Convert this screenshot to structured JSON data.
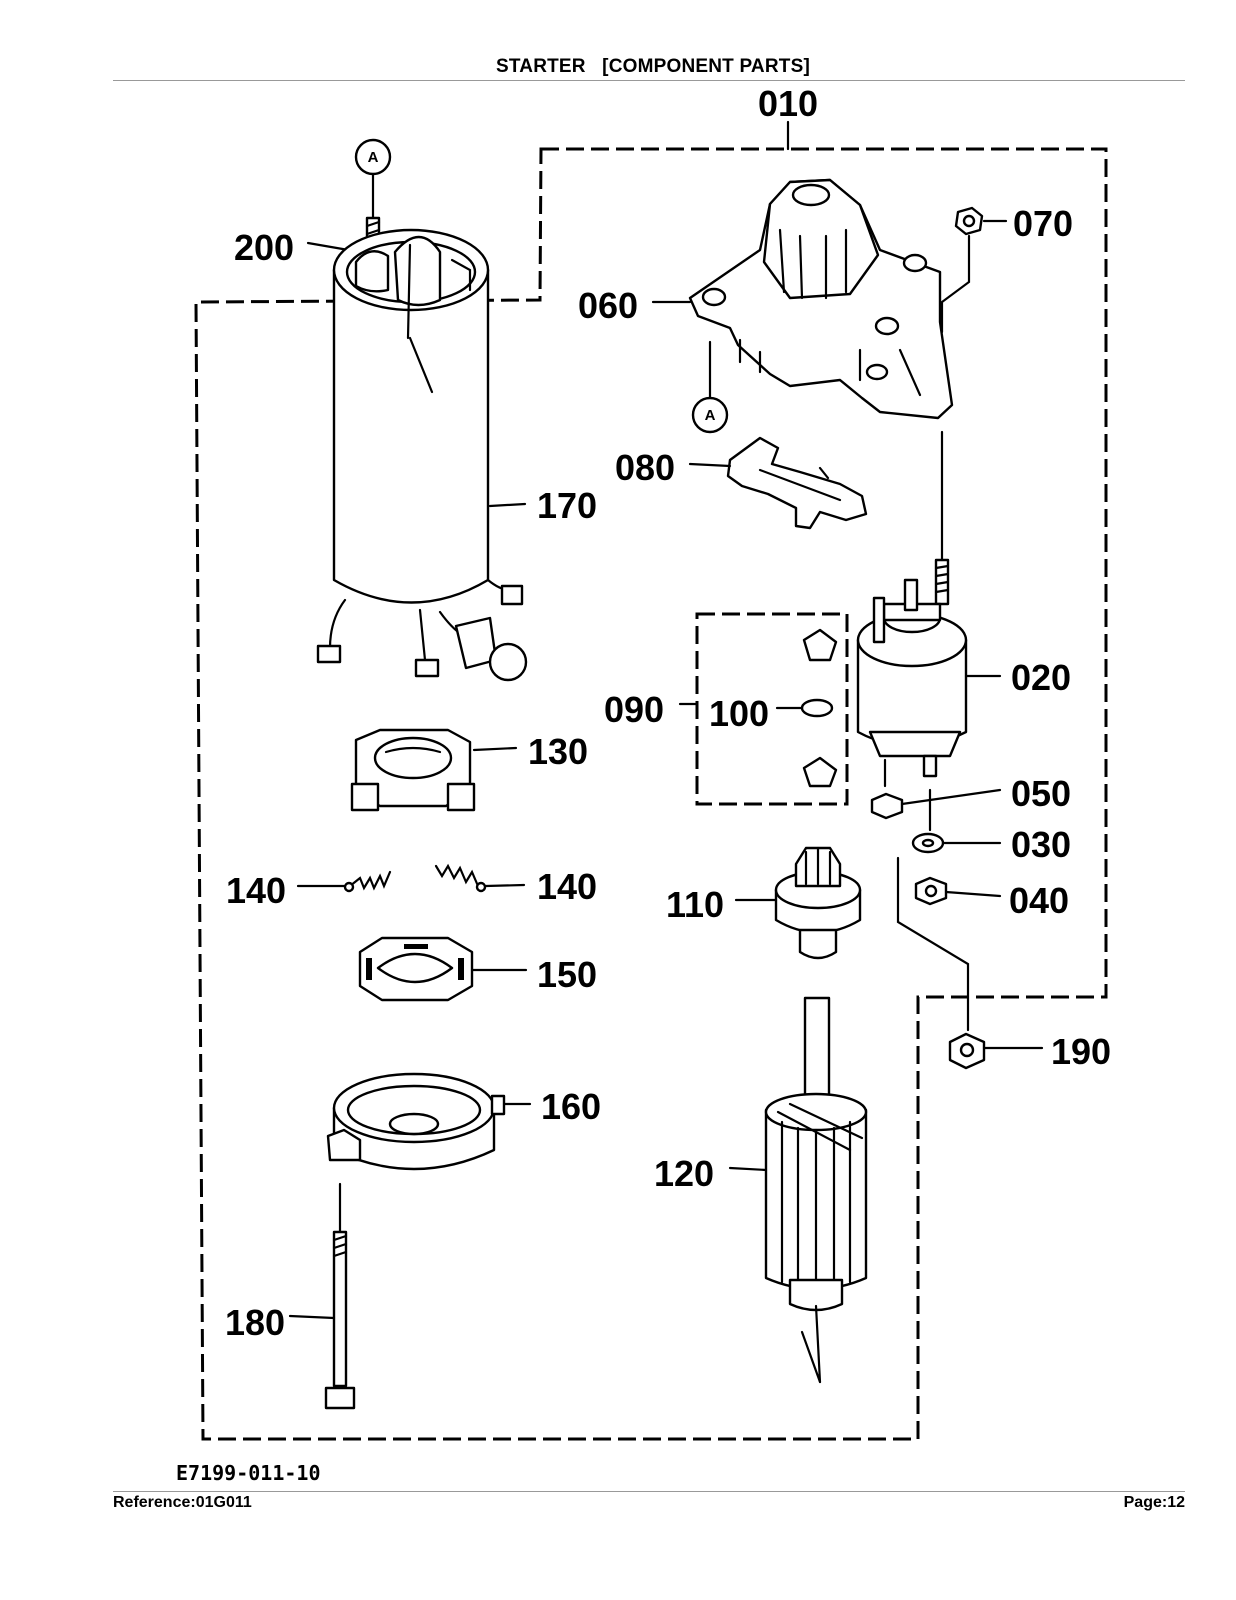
{
  "page": {
    "title": "STARTER   [COMPONENT PARTS]",
    "reference": "Reference:01G011",
    "page_number": "Page:12"
  },
  "diagram": {
    "drawing_code": "E7199-011-10",
    "reference_marker": "A",
    "assembly_label": "010",
    "subassembly_label": "090",
    "part_labels": [
      "020",
      "030",
      "040",
      "050",
      "060",
      "070",
      "080",
      "100",
      "110",
      "120",
      "130",
      "140",
      "140",
      "150",
      "160",
      "170",
      "180",
      "190",
      "200"
    ]
  }
}
